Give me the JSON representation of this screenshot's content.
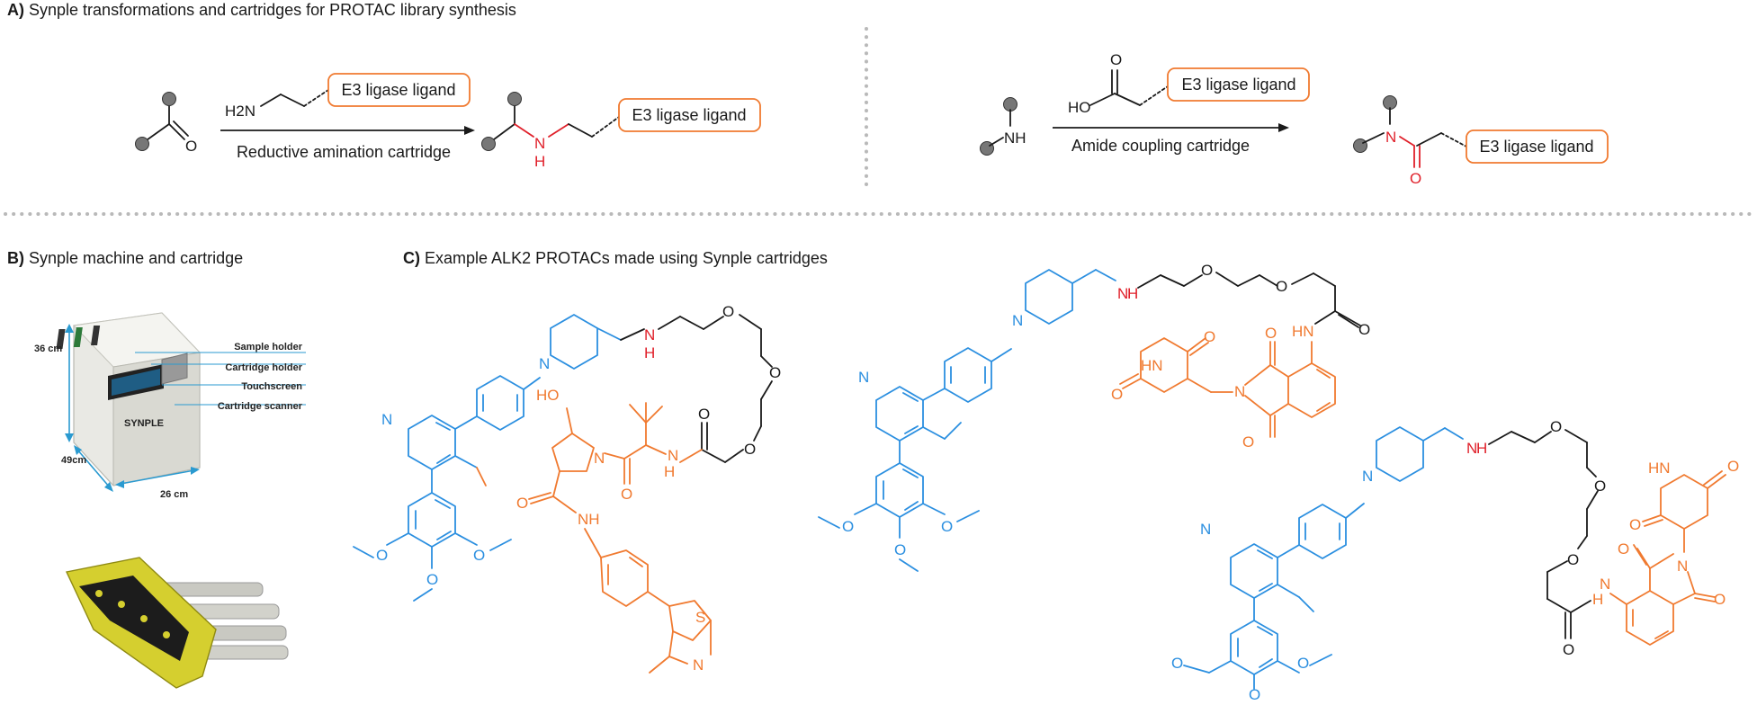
{
  "panel_a": {
    "letter": "A)",
    "title": "Synple transformations and cartridges for PROTAC library synthesis",
    "reductive": {
      "reagent_tag": "E3 ligase ligand",
      "reagent_amine": "H2N",
      "arrow_label": "Reductive amination cartridge",
      "product_tag": "E3 ligase ligand",
      "start_o": "O",
      "product_n": "N",
      "product_h": "H"
    },
    "amide": {
      "reagent_o": "O",
      "reagent_ho": "HO",
      "reagent_tag": "E3 ligase ligand",
      "start_nh": "NH",
      "arrow_label": "Amide coupling cartridge",
      "product_n": "N",
      "product_o": "O",
      "product_tag": "E3 ligase ligand"
    }
  },
  "panel_b": {
    "letter": "B)",
    "title": "Synple machine and cartridge",
    "machine_brand": "SYNPLE",
    "labels": [
      "Sample holder",
      "Cartridge holder",
      "Touchscreen",
      "Cartridge scanner"
    ],
    "dimensions": {
      "height": "36 cm",
      "depth": "49cm",
      "width": "26 cm"
    }
  },
  "panel_c": {
    "letter": "C)",
    "title": "Example ALK2 PROTACs made using Synple cartridges",
    "atoms": {
      "n": "N",
      "nh": "NH",
      "hn": "HN",
      "h": "H",
      "o": "O",
      "ho": "HO",
      "s": "S"
    }
  },
  "colors": {
    "warhead": "#2b8fe0",
    "e3_ligand": "#f07a30",
    "new_bond": "#e0202a",
    "linker": "#1a1a1a",
    "separator": "#b9b9b9"
  }
}
